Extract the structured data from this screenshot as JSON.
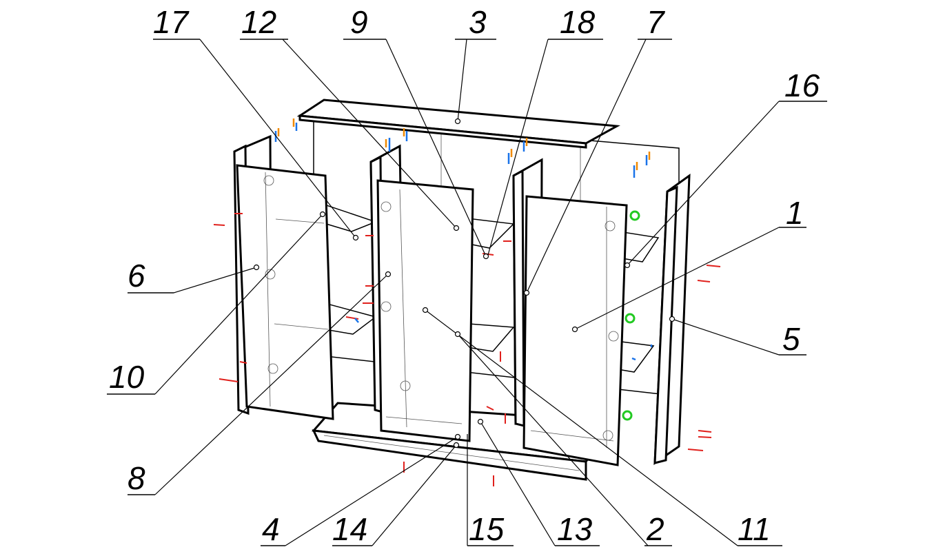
{
  "diagram": {
    "labels": [
      {
        "id": "label-17",
        "text": "17"
      },
      {
        "id": "label-12",
        "text": "12"
      },
      {
        "id": "label-9",
        "text": "9"
      },
      {
        "id": "label-3",
        "text": "3"
      },
      {
        "id": "label-18",
        "text": "18"
      },
      {
        "id": "label-7",
        "text": "7"
      },
      {
        "id": "label-16",
        "text": "16"
      },
      {
        "id": "label-1",
        "text": "1"
      },
      {
        "id": "label-6",
        "text": "6"
      },
      {
        "id": "label-5",
        "text": "5"
      },
      {
        "id": "label-10",
        "text": "10"
      },
      {
        "id": "label-8",
        "text": "8"
      },
      {
        "id": "label-4",
        "text": "4"
      },
      {
        "id": "label-14",
        "text": "14"
      },
      {
        "id": "label-15",
        "text": "15"
      },
      {
        "id": "label-13",
        "text": "13"
      },
      {
        "id": "label-2",
        "text": "2"
      },
      {
        "id": "label-11",
        "text": "11"
      }
    ],
    "colors": {
      "line": "#000000",
      "screw": "#e0201c",
      "dowel-blue": "#1a73e8",
      "hinge-orange": "#f08a00",
      "handle-green": "#22c922"
    }
  }
}
